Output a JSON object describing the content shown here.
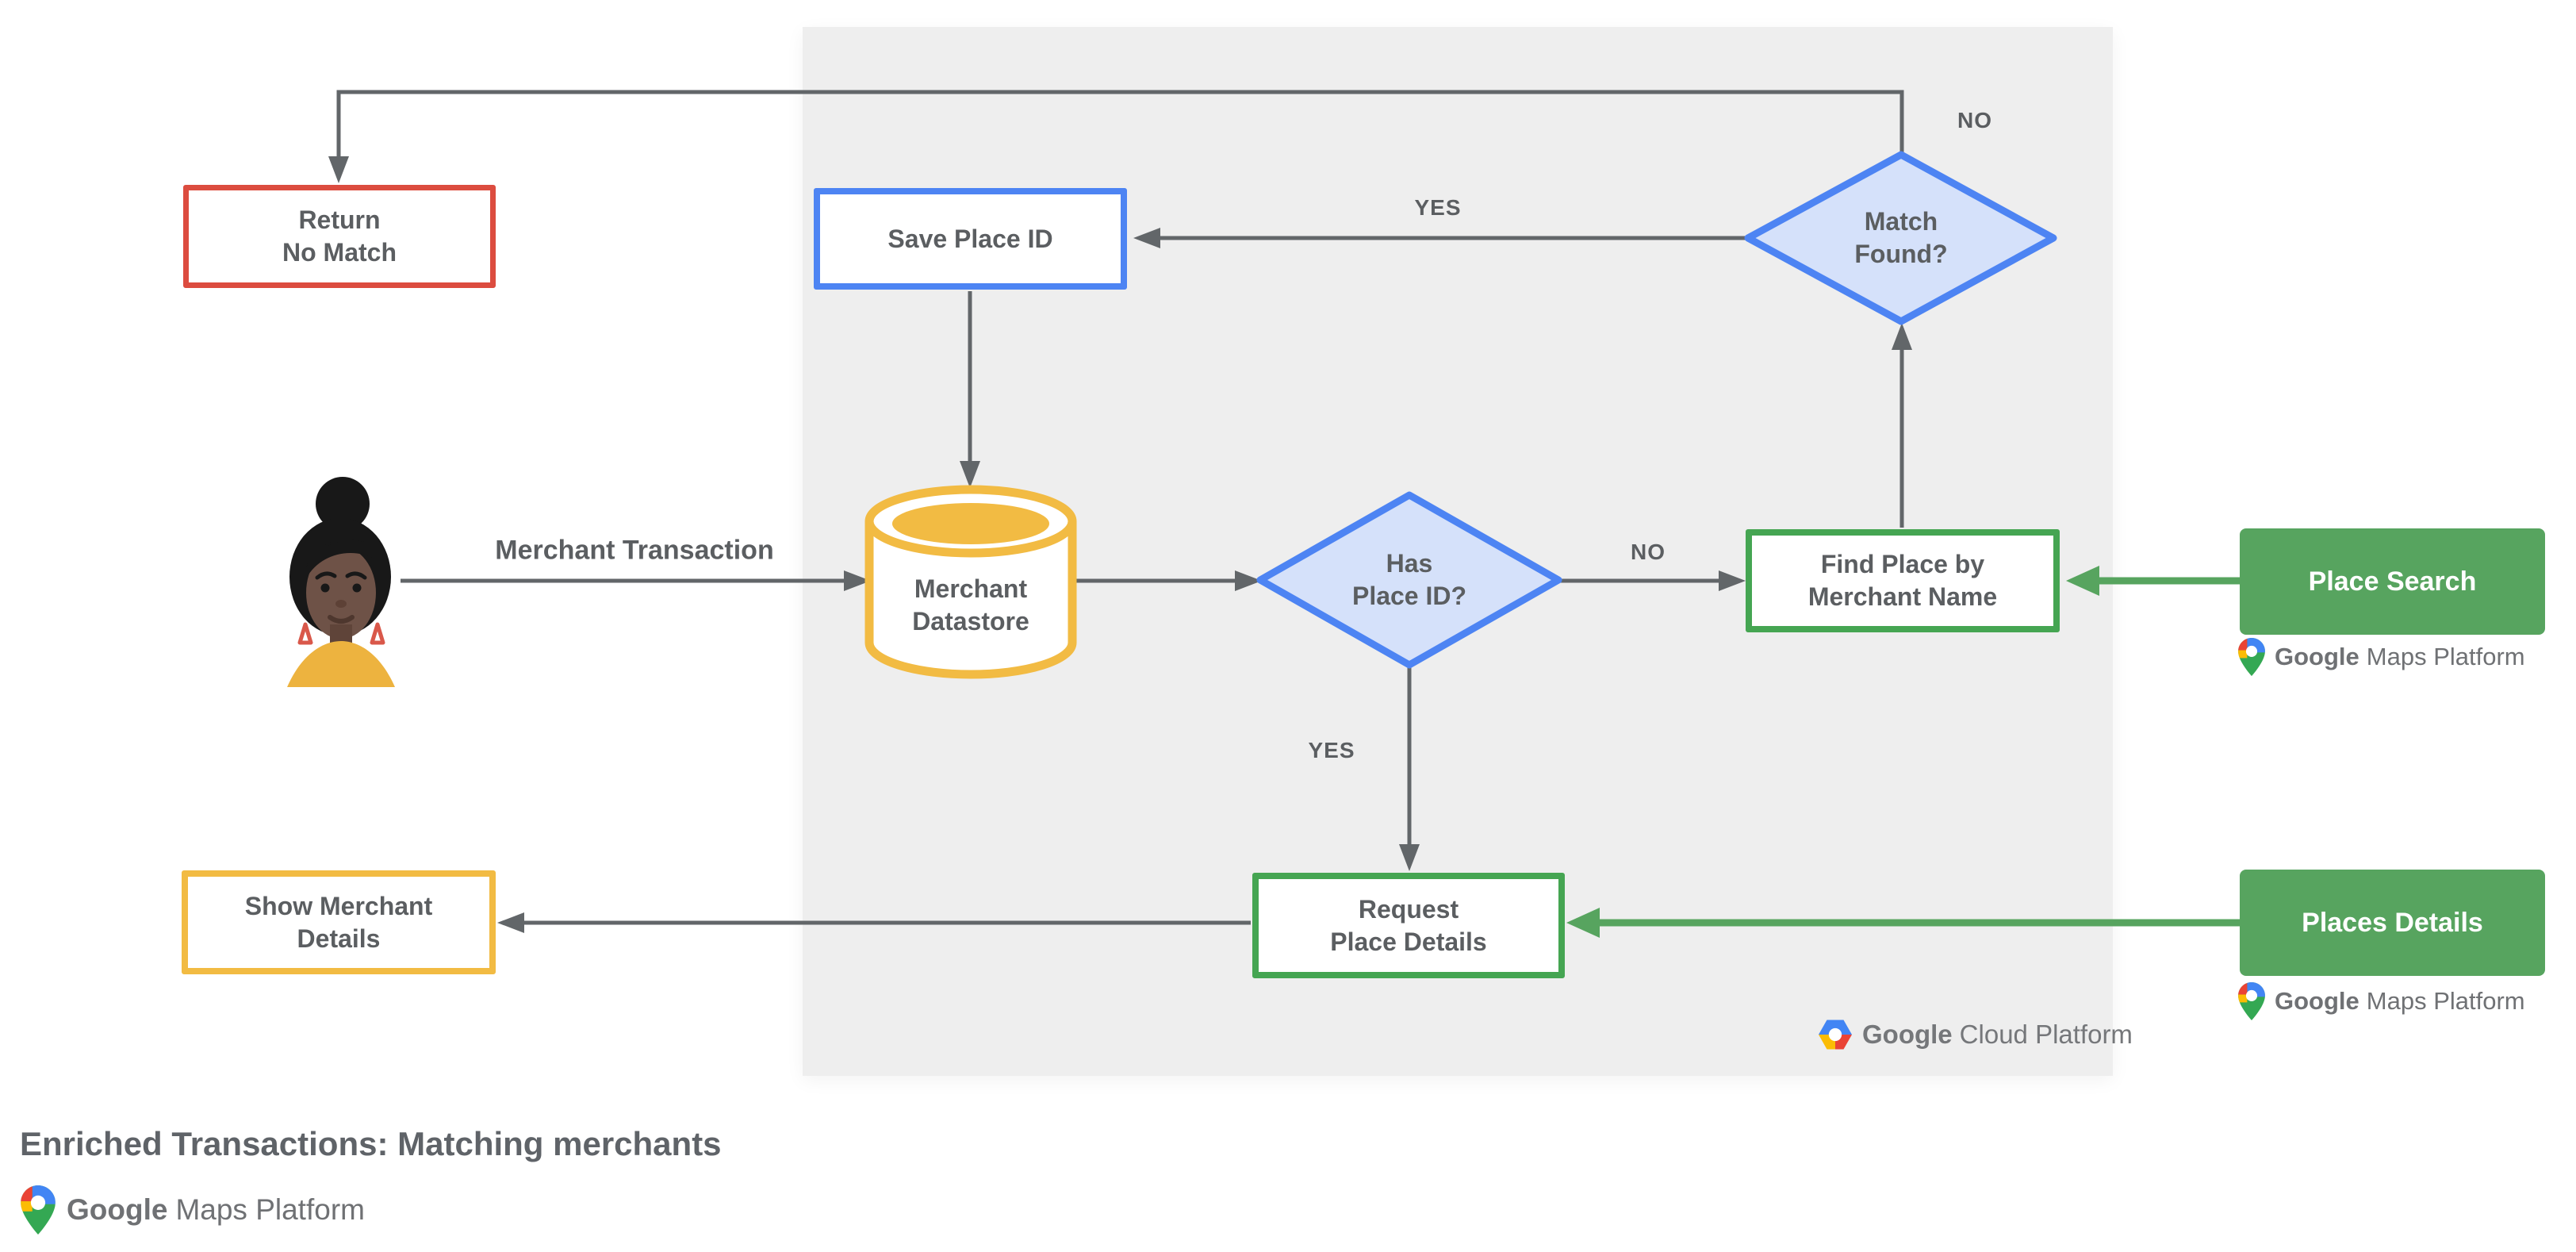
{
  "title": {
    "text": "Enriched Transactions: Matching merchants"
  },
  "nodes": {
    "return_no_match": {
      "line1": "Return",
      "line2": "No Match"
    },
    "save_place_id": {
      "line1": "Save Place ID"
    },
    "match_found": {
      "line1": "Match",
      "line2": "Found?"
    },
    "merchant_datastore": {
      "line1": "Merchant",
      "line2": "Datastore"
    },
    "has_place_id": {
      "line1": "Has",
      "line2": "Place ID?"
    },
    "find_place_by_merchant": {
      "line1": "Find Place by",
      "line2": "Merchant Name"
    },
    "place_search": {
      "line1": "Place Search"
    },
    "request_place_details": {
      "line1": "Request",
      "line2": "Place Details"
    },
    "places_details": {
      "line1": "Places Details"
    },
    "show_merchant_details": {
      "line1": "Show Merchant",
      "line2": "Details"
    }
  },
  "edge_labels": {
    "yes_to_save_place": "YES",
    "no_to_return": "NO",
    "no_to_find_place": "NO",
    "yes_to_request_details": "YES",
    "merchant_transaction": "Merchant Transaction"
  },
  "logos": {
    "google_cloud_platform": {
      "brand": "Google",
      "product": "Cloud Platform"
    },
    "google_maps_platform": {
      "brand": "Google",
      "product": "Maps Platform"
    }
  },
  "icons": {
    "avatar": "customer-avatar",
    "maps_pin": "google-maps-pin-icon",
    "cloud_hexagon": "google-cloud-hexagon-icon",
    "datastore": "database-cylinder"
  },
  "colors": {
    "red_border": "#dc4c3f",
    "blue_border": "#4d84f3",
    "blue_fill": "#d5e1fa",
    "yellow": "#f2bb43",
    "green_solid": "#57a45f",
    "green_border": "#45a552",
    "panel_gray": "#eeeeee",
    "line_gray": "#626669",
    "text_gray": "#5b5e61",
    "logo_gray": "#75777a",
    "google_red": "#ea4335",
    "google_blue": "#4285f4",
    "google_yellow": "#fbbc04",
    "google_green": "#34a853"
  }
}
